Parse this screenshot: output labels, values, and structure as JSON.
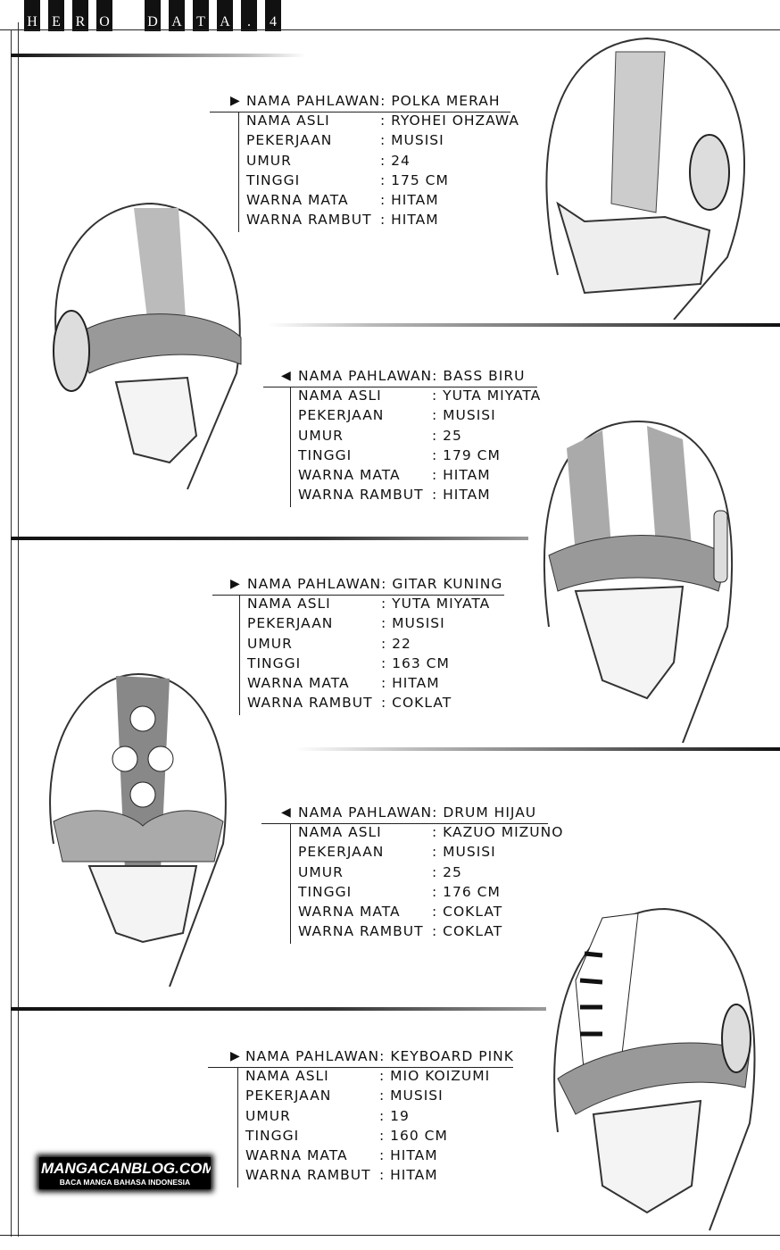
{
  "header": {
    "letters": [
      "H",
      "E",
      "R",
      "O",
      " ",
      "D",
      "A",
      "T",
      "A",
      ".",
      "4"
    ],
    "title": "HERO DATA.4"
  },
  "labels": {
    "name": "NAMA PAHLAWAN:",
    "real": "NAMA ASLI",
    "job": "PEKERJAAN",
    "age": "UMUR",
    "height": "TINGGI",
    "eye": "WARNA MATA",
    "hair": "WARNA RAMBUT"
  },
  "heroes": [
    {
      "hero": "POLKA MERAH",
      "real": ": RYOHEI OHZAWA",
      "job": ": MUSISI",
      "age": ": 24",
      "height": ": 175 CM",
      "eye": ": HITAM",
      "hair": ": HITAM"
    },
    {
      "hero": "BASS BIRU",
      "real": ": YUTA MIYATA",
      "job": ": MUSISI",
      "age": ": 25",
      "height": ": 179 CM",
      "eye": ": HITAM",
      "hair": ": HITAM"
    },
    {
      "hero": "GITAR KUNING",
      "real": ": YUTA MIYATA",
      "job": ": MUSISI",
      "age": ": 22",
      "height": ": 163 CM",
      "eye": ": HITAM",
      "hair": ": COKLAT"
    },
    {
      "hero": "DRUM HIJAU",
      "real": ": KAZUO MIZUNO",
      "job": ": MUSISI",
      "age": ": 25",
      "height": ": 176 CM",
      "eye": ": COKLAT",
      "hair": ": COKLAT"
    },
    {
      "hero": "KEYBOARD PINK",
      "real": ": MIO KOIZUMI",
      "job": ": MUSISI",
      "age": ": 19",
      "height": ": 160 CM",
      "eye": ": HITAM",
      "hair": ": HITAM"
    }
  ],
  "watermark": {
    "site": "MANGACANBLOG.COM",
    "tagline": "BACA MANGA BAHASA INDONESIA"
  }
}
